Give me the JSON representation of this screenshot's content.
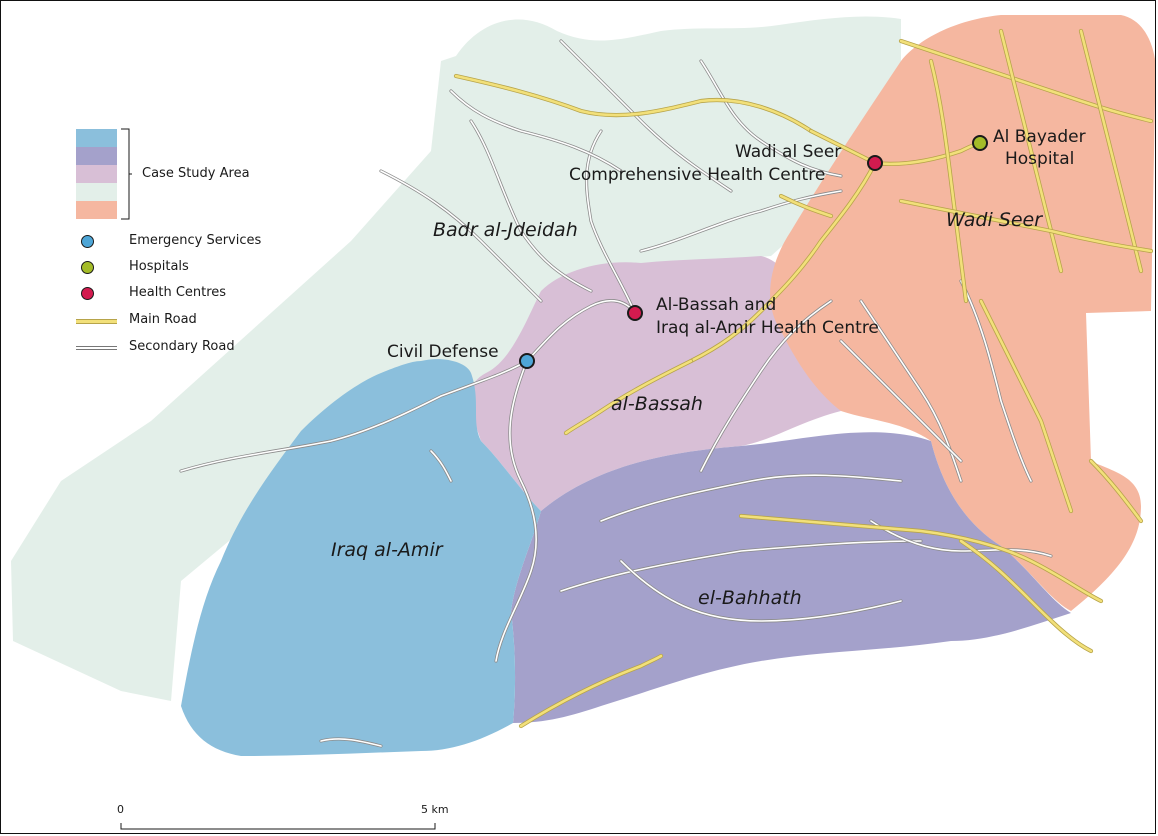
{
  "colors": {
    "iraq_al_amir": "#8bbfdc",
    "el_bahhath": "#a4a1cb",
    "al_bassah": "#d8bfd6",
    "badr_al_jdeidah": "#e3efe9",
    "wadi_seer": "#f5b7a0",
    "main_road": "#f2e07a",
    "secondary_road": "#ffffff",
    "emergency": "#4ea6d7",
    "hospital": "#a4bc28",
    "health_centre": "#d31b4f"
  },
  "legend": {
    "case_study_label": "Case Study Area",
    "emergency_label": "Emergency Services",
    "hospitals_label": "Hospitals",
    "health_centres_label": "Health Centres",
    "main_road_label": "Main Road",
    "secondary_road_label": "Secondary Road"
  },
  "areas": {
    "badr": "Badr al-Jdeidah",
    "wadi_seer": "Wadi Seer",
    "bassah": "al-Bassah",
    "iraq": "Iraq al-Amir",
    "bahhath": "el-Bahhath"
  },
  "facilities": {
    "wadi_seer_centre_line1": "Wadi al Seer",
    "wadi_seer_centre_line2": "Comprehensive Health Centre",
    "bayader_line1": "Al Bayader",
    "bayader_line2": "Hospital",
    "bassah_centre_line1": "Al-Bassah and",
    "bassah_centre_line2": "Iraq al-Amir Health Centre",
    "civil_defense": "Civil Defense"
  },
  "scale": {
    "start_label": "0",
    "end_label": "5 km"
  }
}
